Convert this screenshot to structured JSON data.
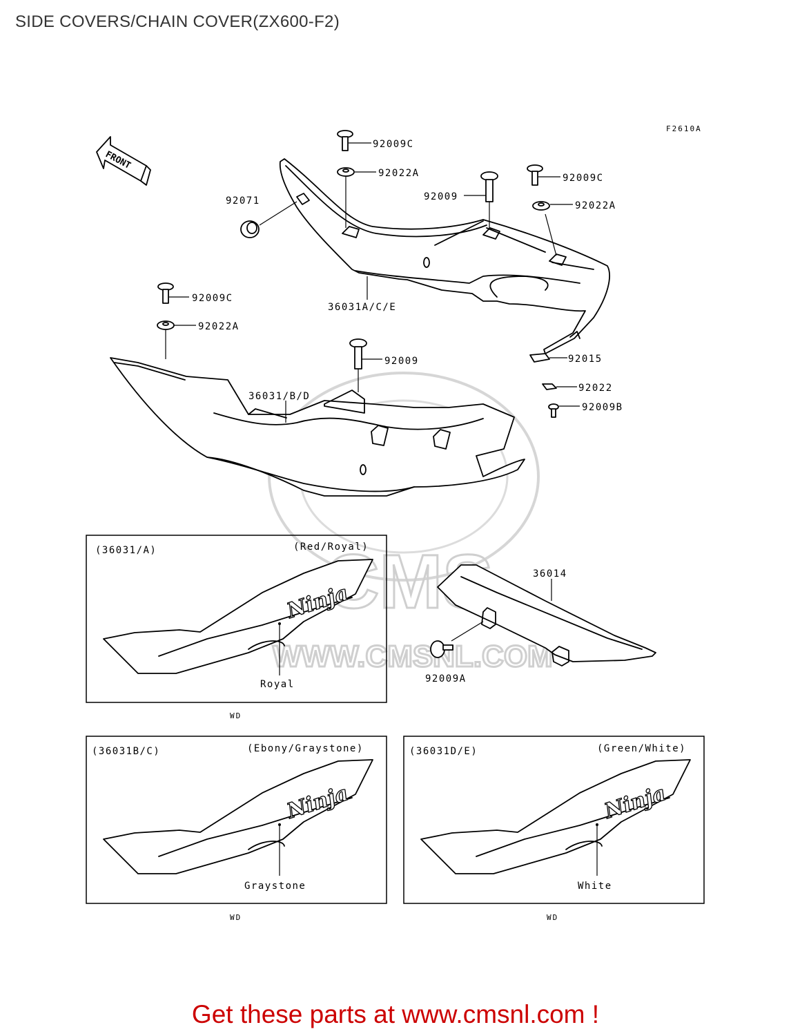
{
  "page": {
    "title": "SIDE COVERS/CHAIN COVER(ZX600-F2)",
    "cta": "Get these parts at www.cmsnl.com !"
  },
  "diagram": {
    "code": "F2610A",
    "front_label": "FRONT",
    "watermark": {
      "brand": "CMS",
      "url": "WWW.CMSNL.COM"
    },
    "part_labels": {
      "p92009C_top": "92009C",
      "p92022A_top": "92022A",
      "p92009_top": "92009",
      "p92009C_right": "92009C",
      "p92022A_right": "92022A",
      "p92071": "92071",
      "p36031ACE": "36031A/C/E",
      "p92009C_left": "92009C",
      "p92022A_left": "92022A",
      "p92009_mid": "92009",
      "p92015": "92015",
      "p92022": "92022",
      "p92009B": "92009B",
      "p36031BD": "36031/B/D",
      "p36014": "36014",
      "p92009A": "92009A"
    },
    "variants": [
      {
        "code": "(36031/A)",
        "color": "(Red/Royal)",
        "callout": "Royal",
        "region": "WD"
      },
      {
        "code": "(36031B/C)",
        "color": "(Ebony/Graystone)",
        "callout": "Graystone",
        "region": "WD"
      },
      {
        "code": "(36031D/E)",
        "color": "(Green/White)",
        "callout": "White",
        "region": "WD"
      }
    ]
  },
  "colors": {
    "cta": "#cc0000",
    "title": "#333333",
    "watermark": "#cfcfcf"
  }
}
